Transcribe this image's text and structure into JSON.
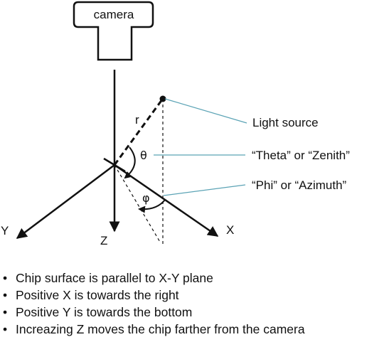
{
  "camera": {
    "label": "camera"
  },
  "axes": {
    "x": "X",
    "y": "Y",
    "z": "Z"
  },
  "vector": {
    "r": "r"
  },
  "angles": {
    "theta_symbol": "θ",
    "phi_symbol": "φ"
  },
  "callouts": {
    "light_source": "Light source",
    "theta": "“Theta” or “Zenith”",
    "phi": "“Phi” or “Azimuth”"
  },
  "colors": {
    "callout_line": "#5ba3b5",
    "ink": "#111111"
  },
  "bullets": [
    {
      "marker": "•",
      "text": "Chip surface is parallel to X-Y plane"
    },
    {
      "marker": "•",
      "text": "Positive X is towards the right"
    },
    {
      "marker": "•",
      "text": "Positive Y is towards the bottom"
    },
    {
      "marker": "•",
      "text": "Increazing Z moves the chip farther from the camera"
    }
  ]
}
